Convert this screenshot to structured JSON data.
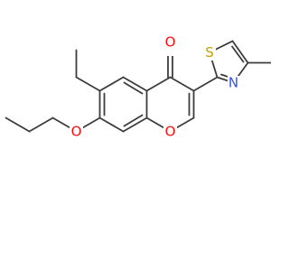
{
  "molecule": {
    "atoms": {
      "o_carbonyl": {
        "symbol": "O",
        "color": "#ff0d0d"
      },
      "o_ring": {
        "symbol": "O",
        "color": "#ff0d0d"
      },
      "o_ether": {
        "symbol": "O",
        "color": "#ff0d0d"
      },
      "s_thiazole": {
        "symbol": "S",
        "color": "#c8a000"
      },
      "n_thiazole": {
        "symbol": "N",
        "color": "#3050f8"
      }
    },
    "bond_color": "#3c3c3c"
  }
}
